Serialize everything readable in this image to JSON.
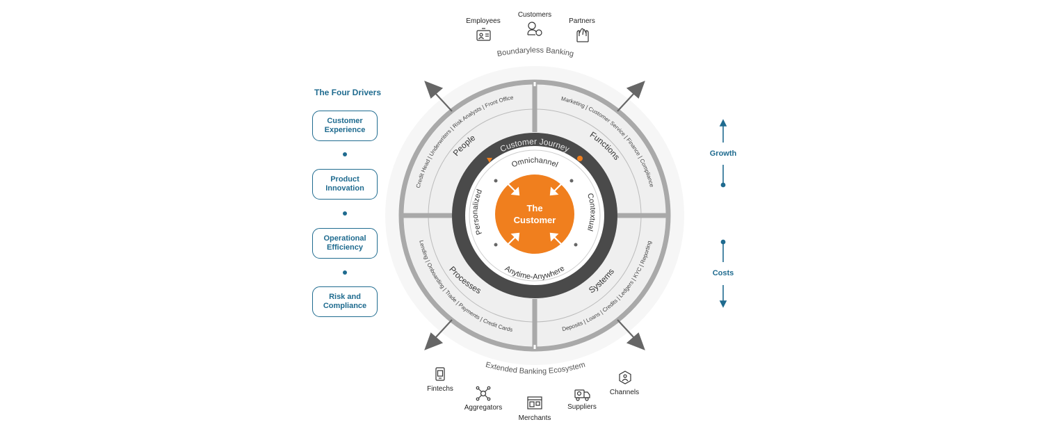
{
  "drivers": {
    "title": "The Four Drivers",
    "items": [
      "Customer\nExperience",
      "Product\nInnovation",
      "Operational\nEfficiency",
      "Risk and\nCompliance"
    ]
  },
  "top": {
    "arc_label": "Boundaryless Banking",
    "stakeholders": [
      {
        "label": "Employees",
        "icon": "employee-badge-icon"
      },
      {
        "label": "Customers",
        "icon": "customer-coin-icon"
      },
      {
        "label": "Partners",
        "icon": "partners-hands-icon"
      }
    ]
  },
  "bottom": {
    "arc_label": "Extended Banking Ecosystem",
    "ecosystem": [
      {
        "label": "Fintechs",
        "icon": "mobile-app-icon"
      },
      {
        "label": "Aggregators",
        "icon": "network-hub-icon"
      },
      {
        "label": "Merchants",
        "icon": "storefront-icon"
      },
      {
        "label": "Suppliers",
        "icon": "delivery-truck-icon"
      },
      {
        "label": "Channels",
        "icon": "channel-hex-icon"
      }
    ]
  },
  "wheel": {
    "center": [
      "The",
      "Customer"
    ],
    "inner_labels": {
      "top": "Omnichannel",
      "right": "Contextual",
      "bottom": "Anytime-Anywhere",
      "left": "Personalized"
    },
    "journey_label": "Customer Journey",
    "quadrants": [
      {
        "name": "People",
        "detail": "Credit Head | Underwriters | Risk Analysts | Front Office"
      },
      {
        "name": "Functions",
        "detail": "Marketing | Customer Service | Finance | Compliance"
      },
      {
        "name": "Processes",
        "detail": "Lending | Onboarding | Trade | Payments | Credit Cards"
      },
      {
        "name": "Systems",
        "detail": "Deposits | Loans | Credits | Ledgers | KYC | Reporting"
      }
    ]
  },
  "right": {
    "growth": "Growth",
    "costs": "Costs"
  },
  "colors": {
    "accent_blue": "#1f6b8f",
    "orange": "#f07f1e",
    "ring_dark": "#4a4a4a",
    "ring_gray": "#a8a8a8"
  }
}
